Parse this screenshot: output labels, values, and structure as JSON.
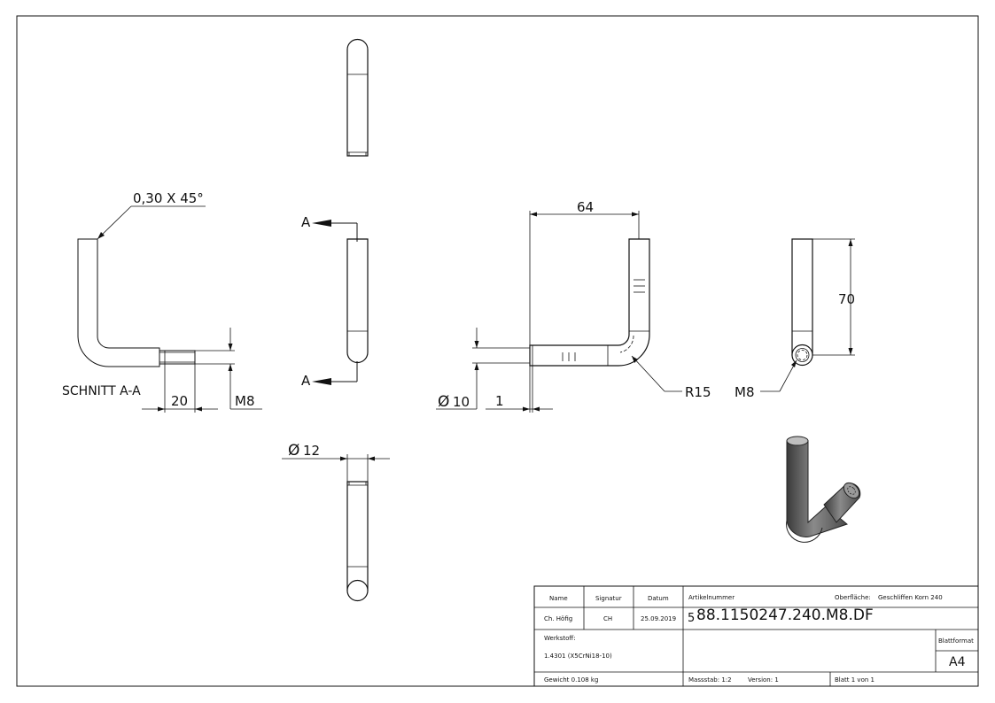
{
  "drawing": {
    "section": {
      "chamfer_label": "0,30 X 45°",
      "title": "SCHNITT A-A",
      "dim_length": "20",
      "dim_thread": "M8"
    },
    "section_marker": "A",
    "front": {
      "dim_width": "64",
      "dim_diameter": "10",
      "dim_offset": "1",
      "dim_radius": "R15"
    },
    "side": {
      "dim_height": "70",
      "dim_thread": "M8"
    },
    "bottom": {
      "dim_diameter": "12"
    },
    "symbols": {
      "diameter": "Ø"
    }
  },
  "title_block": {
    "name_label": "Name",
    "signatur_label": "Signatur",
    "datum_label": "Datum",
    "name_value": "Ch. Höfig",
    "signatur_value": "CH",
    "datum_value": "25.09.2019",
    "artikelnummer_label": "Artikelnummer",
    "artikel_prefix": "5",
    "artikelnummer_value": "88.1150247.240.M8.DF",
    "oberflaeche_label": "Oberfläche:",
    "oberflaeche_value": "Geschliffen Korn 240",
    "werkstoff_label": "Werkstoff:",
    "werkstoff_value": "1.4301 (X5CrNi18-10)",
    "blattformat_label": "Blattformat",
    "blattformat_value": "A4",
    "gewicht": "Gewicht 0.108 kg",
    "massstab": "Massstab: 1:2",
    "version": "Version: 1",
    "blatt": "Blatt 1 von 1"
  }
}
